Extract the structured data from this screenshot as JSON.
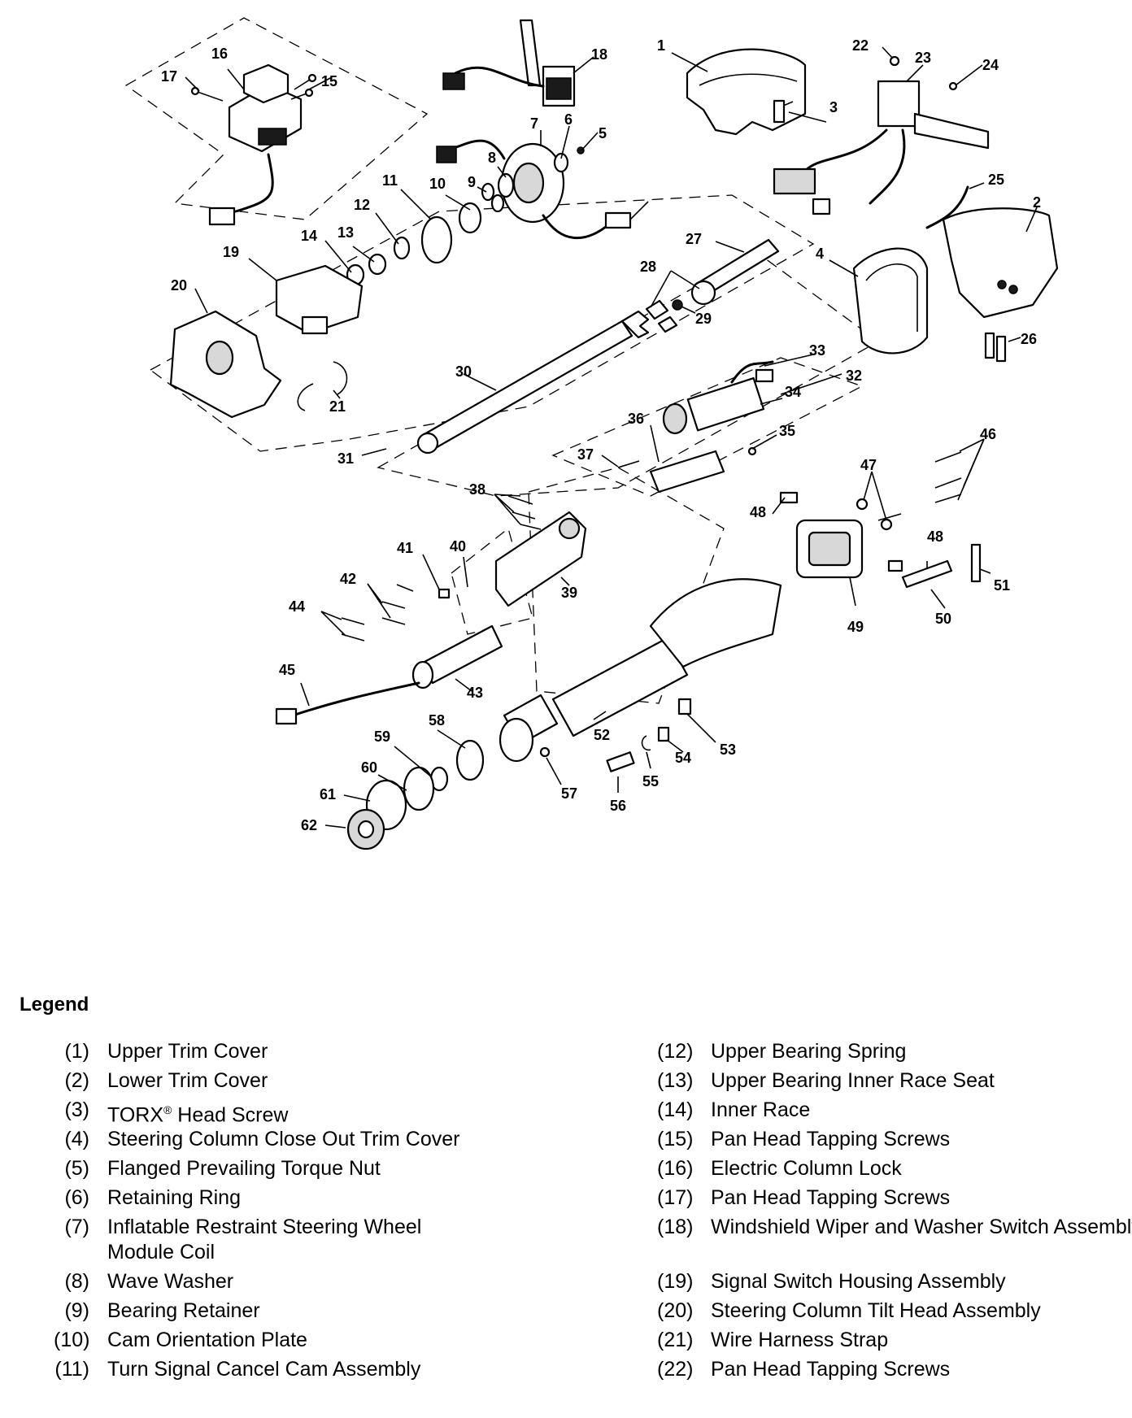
{
  "callouts": [
    "1",
    "2",
    "3",
    "4",
    "5",
    "6",
    "7",
    "8",
    "9",
    "10",
    "11",
    "12",
    "13",
    "14",
    "15",
    "16",
    "17",
    "18",
    "19",
    "20",
    "21",
    "22",
    "23",
    "24",
    "25",
    "26",
    "27",
    "28",
    "29",
    "30",
    "31",
    "32",
    "33",
    "34",
    "35",
    "36",
    "37",
    "38",
    "39",
    "40",
    "41",
    "42",
    "43",
    "44",
    "45",
    "46",
    "47",
    "48",
    "48",
    "49",
    "50",
    "51",
    "52",
    "53",
    "54",
    "55",
    "56",
    "57",
    "58",
    "59",
    "60",
    "61",
    "62"
  ],
  "legend": {
    "title": "Legend",
    "left": [
      {
        "num": "(1)",
        "name": "Upper Trim Cover"
      },
      {
        "num": "(2)",
        "name": "Lower Trim Cover"
      },
      {
        "num": "(3)",
        "name": "TORX® Head Screw"
      },
      {
        "num": "(4)",
        "name": "Steering Column Close Out Trim Cover"
      },
      {
        "num": "(5)",
        "name": "Flanged Prevailing Torque Nut"
      },
      {
        "num": "(6)",
        "name": "Retaining Ring"
      },
      {
        "num": "(7)",
        "name": "Inflatable Restraint Steering Wheel Module Coil"
      },
      {
        "num": "(8)",
        "name": "Wave Washer"
      },
      {
        "num": "(9)",
        "name": "Bearing Retainer"
      },
      {
        "num": "(10)",
        "name": "Cam Orientation Plate"
      },
      {
        "num": "(11)",
        "name": "Turn Signal Cancel Cam Assembly"
      }
    ],
    "right": [
      {
        "num": "(12)",
        "name": "Upper Bearing Spring"
      },
      {
        "num": "(13)",
        "name": "Upper Bearing Inner Race Seat"
      },
      {
        "num": "(14)",
        "name": "Inner Race"
      },
      {
        "num": "(15)",
        "name": "Pan Head Tapping Screws"
      },
      {
        "num": "(16)",
        "name": "Electric Column Lock"
      },
      {
        "num": "(17)",
        "name": "Pan Head Tapping Screws"
      },
      {
        "num": "(18)",
        "name": "Windshield Wiper and Washer Switch Assembly"
      },
      {
        "num": "(19)",
        "name": "Signal Switch Housing Assembly"
      },
      {
        "num": "(20)",
        "name": "Steering Column Tilt Head Assembly"
      },
      {
        "num": "(21)",
        "name": "Wire Harness Strap"
      },
      {
        "num": "(22)",
        "name": "Pan Head Tapping Screws"
      }
    ]
  }
}
